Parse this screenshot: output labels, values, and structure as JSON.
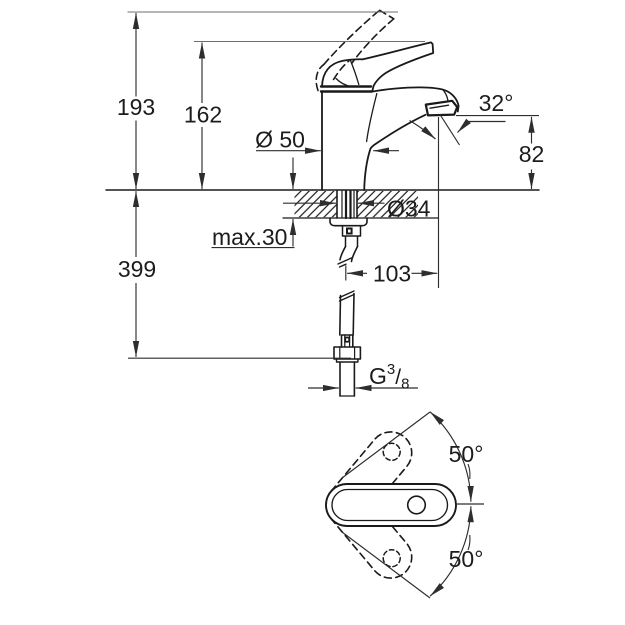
{
  "document": {
    "title": "Single-lever basin mixer dimensional drawing",
    "background_color": "#ffffff",
    "line_color": "#1a1a1a",
    "dimension_line_color": "#2e2e2e"
  },
  "front_view": {
    "overall_height": "193",
    "body_height": "162",
    "below_deck_length": "399",
    "base_diameter": "Ø 50",
    "max_deck_thickness": "max.30",
    "mounting_hole_diameter": "Ø34",
    "spout_angle": "32°",
    "outlet_height": "82",
    "spout_reach": "103",
    "thread": {
      "prefix": "G",
      "numerator": "3",
      "slash": "/",
      "denominator": "8"
    }
  },
  "top_view": {
    "swivel_up": "50°",
    "swivel_down": "50°"
  }
}
